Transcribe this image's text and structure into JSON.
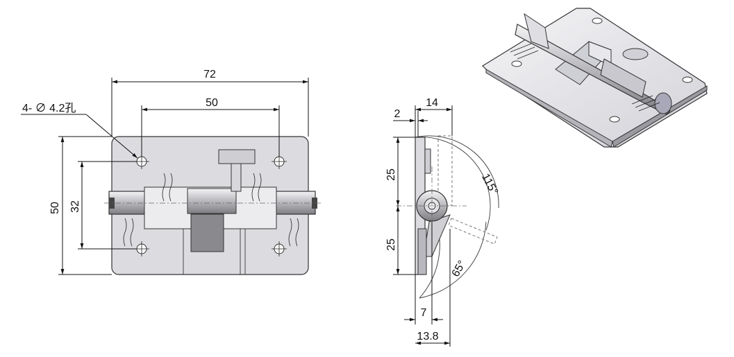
{
  "drawing": {
    "front_view": {
      "overall_width": "72",
      "hole_spacing": "50",
      "overall_height": "50",
      "hole_vertical_spacing": "32",
      "hole_callout": "4- ∅ 4.2孔"
    },
    "side_view": {
      "top_thickness": "2",
      "top_width": "14",
      "upper_height": "25",
      "lower_height": "25",
      "open_angle": "115°",
      "close_angle": "65°",
      "bottom_offset": "7",
      "bottom_width": "13.8"
    },
    "iso_view": {
      "label": ""
    }
  }
}
